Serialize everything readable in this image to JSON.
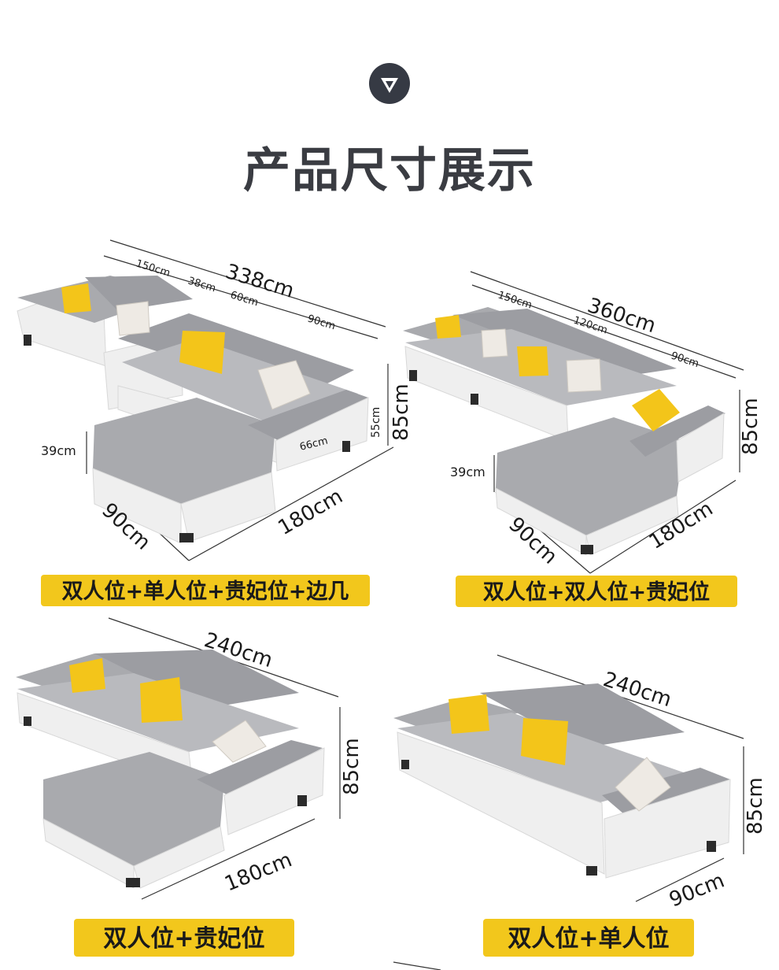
{
  "section": {
    "title": "产品尺寸展示",
    "badge_icon": "chevron-down-icon"
  },
  "colors": {
    "label_bg": "#f2c71c",
    "badge_bg": "#363a44",
    "fabric": "#a9aaae",
    "leather": "#efefef"
  },
  "sofas": [
    {
      "label": "双人位+单人位+贵妃位+边几",
      "dims": {
        "total": "338cm",
        "a": "150cm",
        "b": "38cm",
        "c": "60cm",
        "d": "90cm",
        "height": "85cm",
        "arm": "55cm",
        "seat": "39cm",
        "depth": "90cm",
        "chaise": "180cm",
        "armw": "66cm"
      }
    },
    {
      "label": "双人位+双人位+贵妃位",
      "dims": {
        "total": "360cm",
        "a": "150cm",
        "b": "120cm",
        "d": "90cm",
        "height": "85cm",
        "seat": "39cm",
        "depth": "90cm",
        "chaise": "180cm"
      }
    },
    {
      "label": "双人位+贵妃位",
      "dims": {
        "total": "240cm",
        "height": "85cm",
        "chaise": "180cm"
      }
    },
    {
      "label": "双人位+单人位",
      "dims": {
        "total": "240cm",
        "height": "85cm",
        "depth": "90cm"
      }
    }
  ]
}
